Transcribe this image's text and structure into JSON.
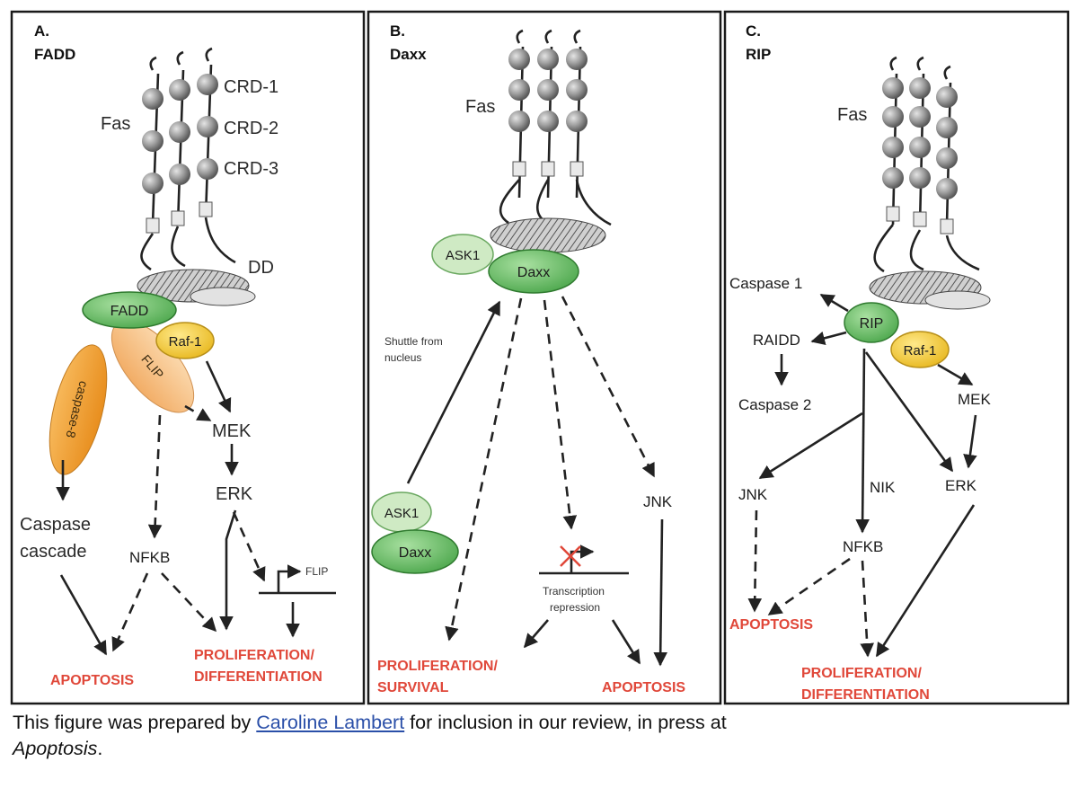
{
  "panels": {
    "a": {
      "letter": "A.",
      "title": "FADD",
      "receptor": "Fas",
      "crd": [
        "CRD-1",
        "CRD-2",
        "CRD-3"
      ],
      "dd": "DD",
      "adaptor": "FADD",
      "caspase8": "caspase-8",
      "flip": "FLIP",
      "raf": "Raf-1",
      "mek": "MEK",
      "erk": "ERK",
      "caspase_cascade": [
        "Caspase",
        "cascade"
      ],
      "nfkb": "NFKB",
      "flip_gene": "FLIP",
      "apoptosis": "APOPTOSIS",
      "outcome2": [
        "PROLIFERATION/",
        "DIFFERENTIATION"
      ]
    },
    "b": {
      "letter": "B.",
      "title": "Daxx",
      "receptor": "Fas",
      "ask1": "ASK1",
      "daxx": "Daxx",
      "shuttle": [
        "Shuttle from",
        "nucleus"
      ],
      "ask1_nuc": "ASK1",
      "daxx_nuc": "Daxx",
      "jnk": "JNK",
      "transcription": [
        "Transcription",
        "repression"
      ],
      "outcome1": [
        "PROLIFERATION/",
        "SURVIVAL"
      ],
      "apoptosis": "APOPTOSIS"
    },
    "c": {
      "letter": "C.",
      "title": "RIP",
      "receptor": "Fas",
      "caspase1": "Caspase 1",
      "raidd": "RAIDD",
      "caspase2": "Caspase 2",
      "rip": "RIP",
      "raf": "Raf-1",
      "mek": "MEK",
      "jnk": "JNK",
      "nik": "NIK",
      "erk": "ERK",
      "nfkb": "NFKB",
      "apoptosis": "APOPTOSIS",
      "outcome2": [
        "PROLIFERATION/",
        "DIFFERENTIATION"
      ]
    }
  },
  "colors": {
    "adaptor_green": "#6cc06a",
    "ask1_light_green": "#cfeac4",
    "raf_yellow": "#f2cc38",
    "caspase8_orange": "#f0a23a",
    "flip_peach": "#f7c48c",
    "crd_sphere_grey": "#9a9a9a",
    "outcome_red": "#e0483a",
    "link_blue": "#2a4fa8"
  },
  "caption": {
    "prefix": "This figure was prepared by ",
    "author_link": "Caroline Lambert",
    "middle": " for inclusion in our review, in press at",
    "journal": "Apoptosis",
    "end": "."
  }
}
